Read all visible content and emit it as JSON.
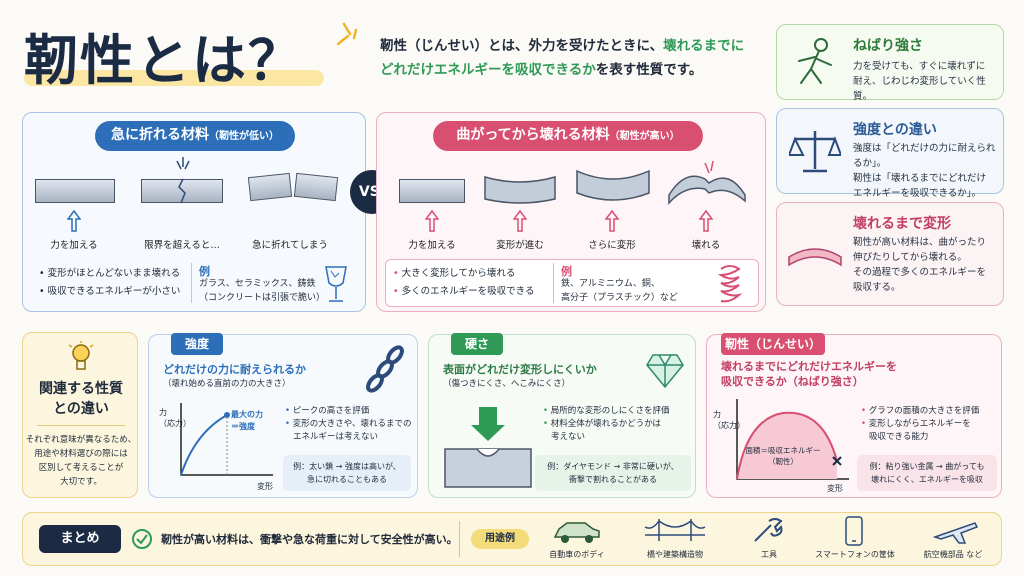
{
  "header": {
    "title": "靭性とは？",
    "lead_part1": "靭性（じんせい）とは、外力を受けたときに、",
    "lead_part2": "壊れるまでに",
    "lead_part3": "どれだけエネルギーを吸収できるか",
    "lead_part4": "を表す性質です。"
  },
  "side": {
    "tenacity": {
      "title": "ねばり強さ",
      "text1": "力を受けても、すぐに壊れずに",
      "text2": "耐え、じわじわ変形していく性質。"
    },
    "strength_diff": {
      "title": "強度との違い",
      "text1": "強度は「どれだけの力に耐えられるか」。",
      "text2": "靭性は「壊れるまでにどれだけ",
      "text3": "エネルギーを吸収できるか」。"
    },
    "deform": {
      "title": "壊れるまで変形",
      "text1": "靭性が高い材料は、曲がったり",
      "text2": "伸びたりしてから壊れる。",
      "text3": "その過程で多くのエネルギーを",
      "text4": "吸収する。"
    }
  },
  "low": {
    "pill": "急に折れる材料",
    "pill_sub": "（靭性が低い）",
    "steps": [
      "力を加える",
      "限界を超えると…",
      "急に折れてしまう"
    ],
    "bullets": [
      "変形がほとんどないまま壊れる",
      "吸収できるエネルギーが小さい"
    ],
    "ex_title": "例",
    "ex_text1": "ガラス、セラミックス、鋳鉄",
    "ex_text2": "（コンクリートは引張で脆い）"
  },
  "vs": "VS.",
  "high": {
    "pill": "曲がってから壊れる材料",
    "pill_sub": "（靭性が高い）",
    "steps": [
      "力を加える",
      "変形が進む",
      "さらに変形",
      "壊れる"
    ],
    "bullets": [
      "大きく変形してから壊れる",
      "多くのエネルギーを吸収できる"
    ],
    "ex_title": "例",
    "ex_text1": "鉄、アルミニウム、銅、",
    "ex_text2": "高分子（プラスチック）など"
  },
  "related": {
    "title1": "関連する性質",
    "title2": "との違い",
    "text": [
      "それぞれ意味が異なるため、",
      "用途や材料選びの際には",
      "区別して考えることが",
      "大切です。"
    ]
  },
  "strength": {
    "tab": "強度",
    "q": "どれだけの力に耐えられるか",
    "sub": "（壊れ始める直前の力の大きさ）",
    "bullets": [
      "ピークの高さを評価",
      "変形の大きさや、壊れるまでの",
      "エネルギーは考えない"
    ],
    "ex1": "例：太い鎖 → 強度は高いが、",
    "ex2": "急に切れることもある",
    "ylab1": "力",
    "ylab2": "（応力）",
    "xlab": "変形",
    "peak1": "最大の力",
    "peak2": "＝強度"
  },
  "hardness": {
    "tab": "硬さ",
    "q": "表面がどれだけ変形しにくいか",
    "sub": "（傷つきにくさ、へこみにくさ）",
    "bullets": [
      "局所的な変形のしにくさを評価",
      "材料全体が壊れるかどうかは",
      "考えない"
    ],
    "ex1": "例：ダイヤモンド → 非常に硬いが、",
    "ex2": "衝撃で割れることがある"
  },
  "toughness": {
    "tab": "靭性（じんせい）",
    "q1": "壊れるまでにどれだけエネルギーを",
    "q2": "吸収できるか（ねばり強さ）",
    "bullets": [
      "グラフの面積の大きさを評価",
      "変形しながらエネルギーを",
      "吸収できる能力"
    ],
    "ex1": "例：粘り強い金属 → 曲がっても",
    "ex2": "壊れにくく、エネルギーを吸収",
    "area1": "面積＝吸収エネルギー",
    "area2": "（靭性）",
    "ylab1": "力",
    "ylab2": "（応力）",
    "xlab": "変形"
  },
  "summary": {
    "label": "まとめ",
    "text": "靭性が高い材料は、衝撃や急な荷重に対して安全性が高い。",
    "uses_label": "用途例",
    "uses": [
      "自動車のボディ",
      "橋や建築構造物",
      "工具",
      "スマートフォンの筐体",
      "航空機部品 など"
    ]
  },
  "colors": {
    "blue": "#2c6fb8",
    "pink": "#d94f72",
    "green": "#2e9a55",
    "purple": "#b0456b",
    "navy": "#1b2b44"
  }
}
